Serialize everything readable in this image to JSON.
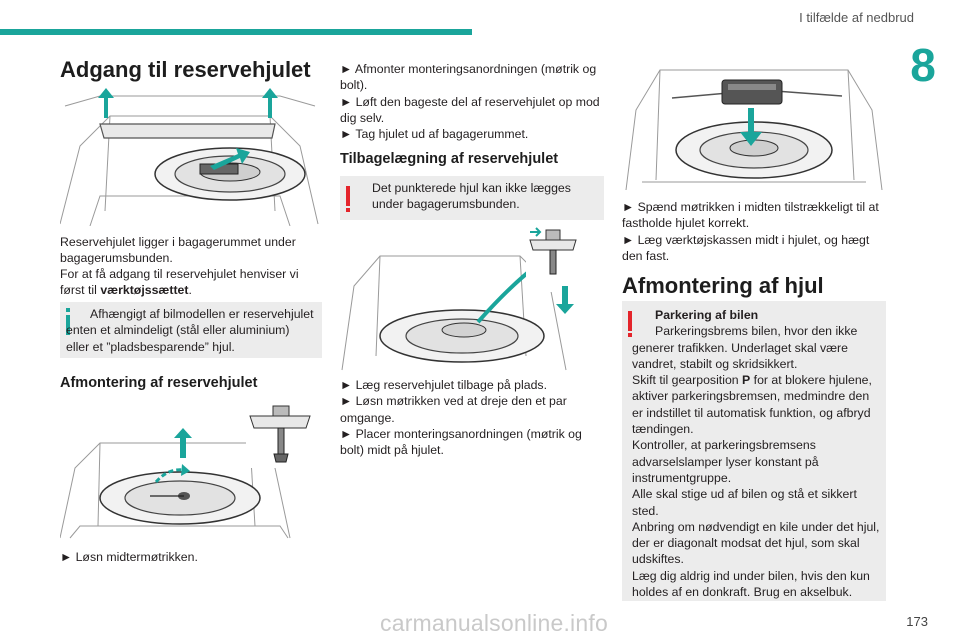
{
  "header": {
    "section_title": "I tilfælde af nedbrud",
    "chapter_number": "8",
    "page_number": "173"
  },
  "watermark": "carmanualsonline.info",
  "col1": {
    "heading": "Adgang til reservehjulet",
    "para1": "Reservehjulet ligger i bagagerummet under bagagerumsbunden.",
    "para2_pre": "For at få adgang til reservehjulet henviser vi først til ",
    "para2_bold": "værktøjssættet",
    "para2_post": ".",
    "info_note": "Afhængigt af bilmodellen er reservehjulet enten et almindeligt (stål eller aluminium) eller et ”pladsbesparende” hjul.",
    "subheading": "Afmontering af reservehjulet",
    "step1": "► Løsn midtermøtrikken."
  },
  "col2": {
    "steps_top": [
      "► Afmonter monteringsanordningen (møtrik og bolt).",
      "► Løft den bageste del af reservehjulet op mod dig selv.",
      "► Tag hjulet ud af bagagerummet."
    ],
    "subheading": "Tilbagelægning af reservehjulet",
    "warning_note": "Det punkterede hjul kan ikke lægges under bagagerumsbunden.",
    "steps_bottom": [
      "► Læg reservehjulet tilbage på plads.",
      "► Løsn møtrikken ved at dreje den et par omgange.",
      "► Placer monteringsanordningen (møtrik og bolt) midt på hjulet."
    ]
  },
  "col3": {
    "steps": [
      "► Spænd møtrikken i midten tilstrækkeligt til at fastholde hjulet korrekt.",
      "► Læg værktøjskassen midt i hjulet, og hægt den fast."
    ],
    "heading": "Afmontering af hjul",
    "warning_title": "Parkering af bilen",
    "warning_text": "Parkeringsbrems bilen, hvor den ikke generer trafikken. Underlaget skal være vandret, stabilt og skridsikkert.",
    "warning_gear_pre": "Skift til gearposition ",
    "warning_gear_bold": "P",
    "warning_gear_post": " for at blokere hjulene, aktiver parkeringsbremsen, medmindre den er indstillet til automatisk funktion, og afbryd tændingen.",
    "warning_check": "Kontroller, at parkeringsbremsens advarselslamper lyser konstant på instrumentgruppe.",
    "warning_exit": "Alle skal stige ud af bilen og stå et sikkert sted.",
    "warning_chock": "Anbring om nødvendigt en kile under det hjul, der er diagonalt modsat det hjul, som skal udskiftes.",
    "warning_never": "Læg dig aldrig ind under bilen, hvis den kun holdes af en donkraft. Brug en akselbuk."
  },
  "colors": {
    "accent": "#1aa59b",
    "warning": "#e4242b",
    "note_bg": "#ececec"
  }
}
